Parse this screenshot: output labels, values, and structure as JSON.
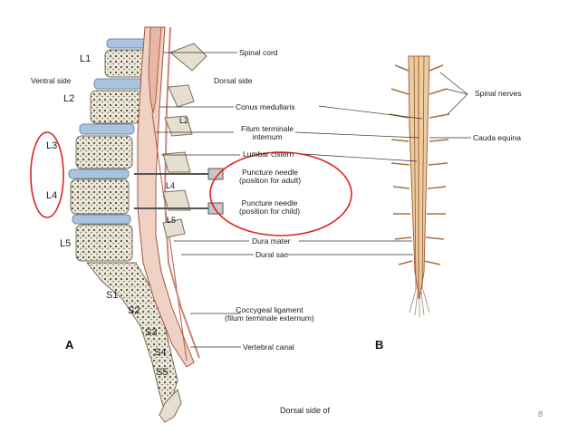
{
  "labels": {
    "spinal_cord": "Spinal cord",
    "dorsal_side": "Dorsal side",
    "ventral_side": "Ventral side",
    "conus_medullaris": "Conus medullaris",
    "filum_terminale_internum": "Filum terminale\ninternum",
    "lumbar_cistern": "Lumbar cistern",
    "puncture_adult": "Puncture needle\n(position for adult)",
    "puncture_child": "Puncture needle\n(position for child)",
    "dura_mater": "Dura mater",
    "dural_sac": "Dural sac",
    "coccygeal_ligament": "Coccygeal ligament\n(filum terminale externum)",
    "vertebral_canal": "Vertebral canal",
    "spinal_nerves": "Spinal nerves",
    "cauda_equina": "Cauda equina"
  },
  "vertebrae": {
    "L1": "L1",
    "L2": "L2",
    "L3": "L3",
    "L4": "L4",
    "L5": "L5",
    "S1": "S1",
    "S2": "S2",
    "S3": "S3",
    "S4": "S4",
    "S5": "S5",
    "L2b": "L2",
    "L4b": "L4",
    "L5b": "L5"
  },
  "panels": {
    "a": "A",
    "b": "B"
  },
  "footer": {
    "caption": "Dorsal side of",
    "page_number": "8"
  },
  "colors": {
    "highlight": "#e02020",
    "cord": "#e9b7a6",
    "bone": "#e6dfcf",
    "disc": "#a9c4dd"
  }
}
